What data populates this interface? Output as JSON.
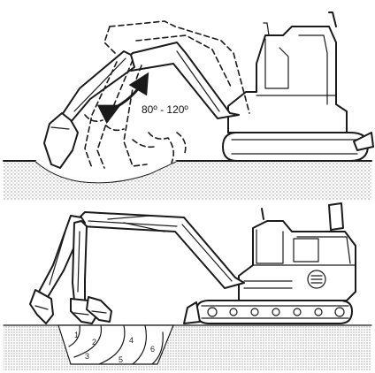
{
  "top_panel": {
    "swing_angle_label": "80º - 120º"
  },
  "bottom_panel": {
    "dig_zones": [
      "1",
      "2",
      "3",
      "4",
      "5",
      "6"
    ]
  },
  "colors": {
    "ink": "#1a1a1a",
    "ground_stipple": "#9a9a9a",
    "background": "#ffffff"
  }
}
